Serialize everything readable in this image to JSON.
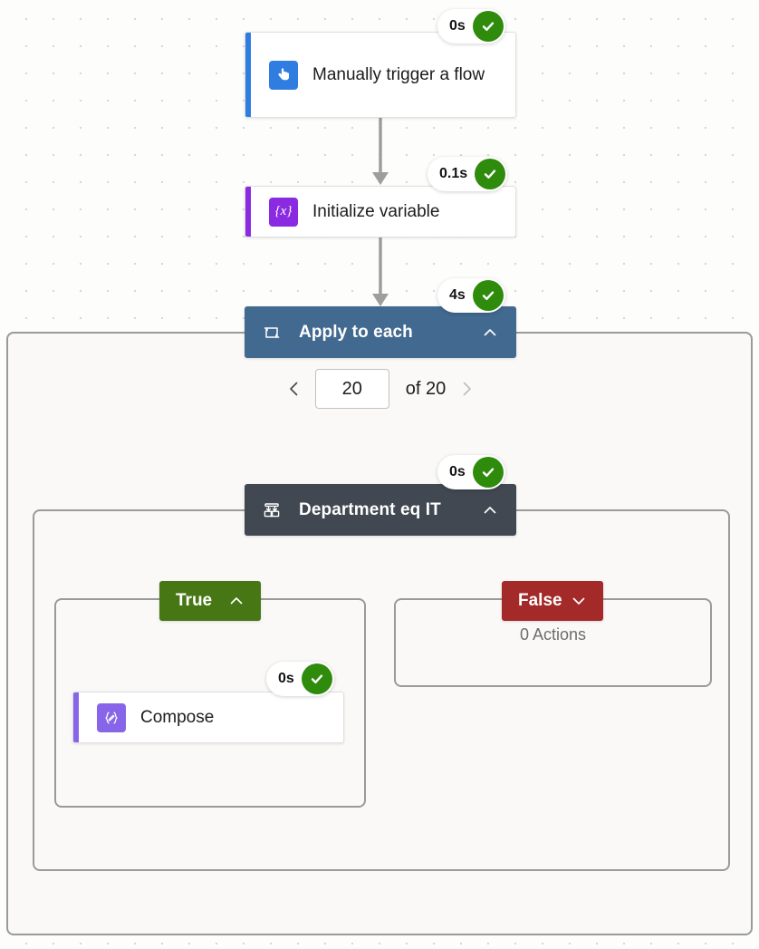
{
  "canvas": {
    "background_color": "#fdfdfc",
    "dot_grid_color": "#d9d6d6"
  },
  "nodes": {
    "trigger": {
      "title": "Manually trigger a flow",
      "icon": "hand-pointer-icon",
      "icon_color": "#2f7de1",
      "accent_color": "#2f7de1",
      "duration": "0s",
      "status": "succeeded"
    },
    "initialize_variable": {
      "title": "Initialize variable",
      "icon": "variable-braces-icon",
      "icon_color": "#8a2be2",
      "accent_color": "#8a2be2",
      "duration": "0.1s",
      "status": "succeeded"
    },
    "apply_to_each": {
      "title": "Apply to each",
      "icon": "loop-icon",
      "header_color": "#42698f",
      "chevron": "chevron-up-icon",
      "duration": "4s",
      "status": "succeeded"
    },
    "condition": {
      "title": "Department eq IT",
      "icon": "condition-branch-icon",
      "header_color": "#414851",
      "chevron": "chevron-up-icon",
      "duration": "0s",
      "status": "succeeded"
    },
    "branch_true": {
      "label": "True",
      "header_color": "#477714",
      "chevron": "chevron-up-icon",
      "expanded": true
    },
    "branch_false": {
      "label": "False",
      "header_color": "#a42a2a",
      "chevron": "chevron-down-icon",
      "expanded": false,
      "empty_text": "0 Actions"
    },
    "compose": {
      "title": "Compose",
      "icon": "compose-braces-icon",
      "icon_color": "#8764e8",
      "accent_color": "#8764e8",
      "duration": "0s",
      "status": "succeeded"
    }
  },
  "pagination": {
    "prev_icon": "chevron-left-icon",
    "next_icon": "chevron-right-icon",
    "current": "20",
    "total_label": "of 20"
  },
  "status_badge": {
    "success_color": "#2e8b0b",
    "check_icon": "check-icon"
  }
}
